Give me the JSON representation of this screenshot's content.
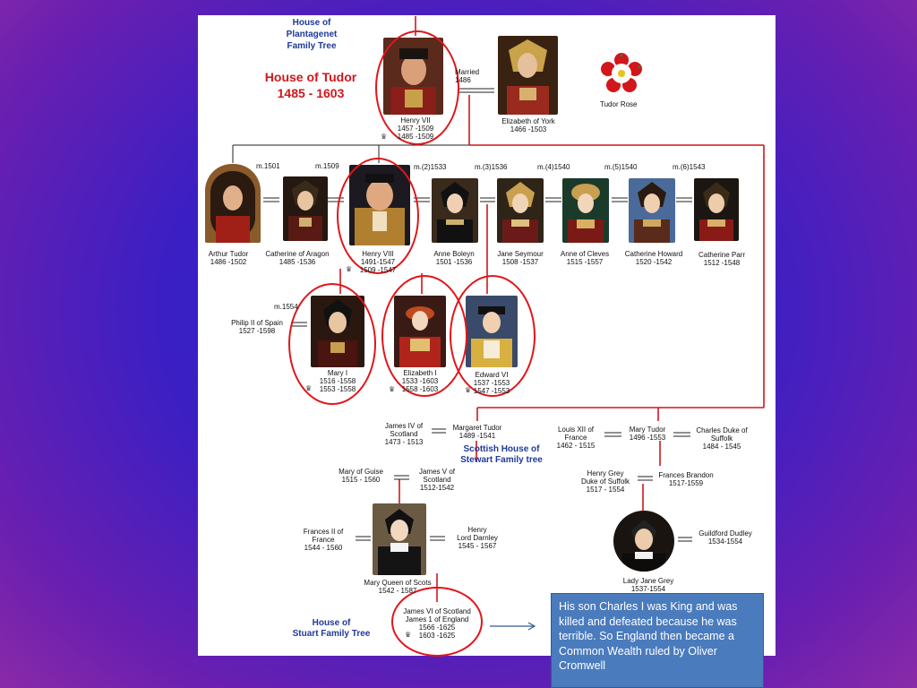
{
  "titles": {
    "plantagenet": "House of Plantagenet\nFamily Tree",
    "tudor": "House of Tudor\n1485 - 1603",
    "stewart": "Scottish House of\nStewart Family tree",
    "stuart": "House of\nStuart Family Tree",
    "tudor_rose": "Tudor Rose"
  },
  "marriages": {
    "henry7": "Married\n1486",
    "m1501": "m.1501",
    "m1509": "m.1509",
    "m2": "m.(2)1533",
    "m3": "m.(3)1536",
    "m4": "m.(4)1540",
    "m5": "m.(5)1540",
    "m6": "m.(6)1543",
    "m1554": "m.1554"
  },
  "people": {
    "henry7": "Henry VII\n1457 -1509\n1485 -1509",
    "elizabeth_york": "Elizabeth of York\n1466 -1503",
    "arthur": "Arthur Tudor\n1486 -1502",
    "catherine_aragon": "Catherine of Aragon\n1485 -1536",
    "henry8": "Henry VIII\n1491-1547\n1509 -1547",
    "anne_boleyn": "Anne Boleyn\n1501 -1536",
    "jane_seymour": "Jane Seymour\n1508 -1537",
    "anne_cleves": "Anne of Cleves\n1515 -1557",
    "catherine_howard": "Catherine Howard\n1520 -1542",
    "catherine_parr": "Catherine Parr\n1512 -1548",
    "philip": "Philip II of Spain\n1527 -1598",
    "mary1": "Mary I\n1516 -1558\n1553 -1558",
    "elizabeth1": "Elizabeth I\n1533 -1603\n1558 -1603",
    "edward6": "Edward VI\n1537 -1553\n1547 -1553",
    "james4": "James IV of\nScotland\n1473 - 1513",
    "margaret": "Margaret Tudor\n1489 -1541",
    "louis12": "Louis XII of\nFrance\n1462 - 1515",
    "mary_tudor": "Mary Tudor\n1496 -1553",
    "charles_suffolk": "Charles Duke of\nSuffolk\n1484 - 1545",
    "mary_guise": "Mary of Guise\n1515 - 1560",
    "james5": "James V of\nScotland\n1512-1542",
    "henry_grey": "Henry Grey\nDuke of Suffolk\n1517 - 1554",
    "frances_brandon": "Frances Brandon\n1517-1559",
    "francis2": "Frances II  of\nFrance\n1544 - 1560",
    "darnley": "Henry\nLord Darnley\n1545 - 1567",
    "mary_scots": "Mary Queen of Scots\n1542 - 1587",
    "guildford": "Guildford Dudley\n1534-1554",
    "jane_grey": "Lady Jane Grey\n1537-1554",
    "james6": "James VI of Scotland\nJames 1 of England\n1566 -1625\n1603 -1625"
  },
  "note": "His son Charles I was King and was killed and defeated because he was terrible.  So England then became a Common Wealth ruled by Oliver Cromwell",
  "colors": {
    "line_red": "#d0161b",
    "title_blue": "#1f3a9a",
    "note_bg": "#4a7bbd"
  }
}
